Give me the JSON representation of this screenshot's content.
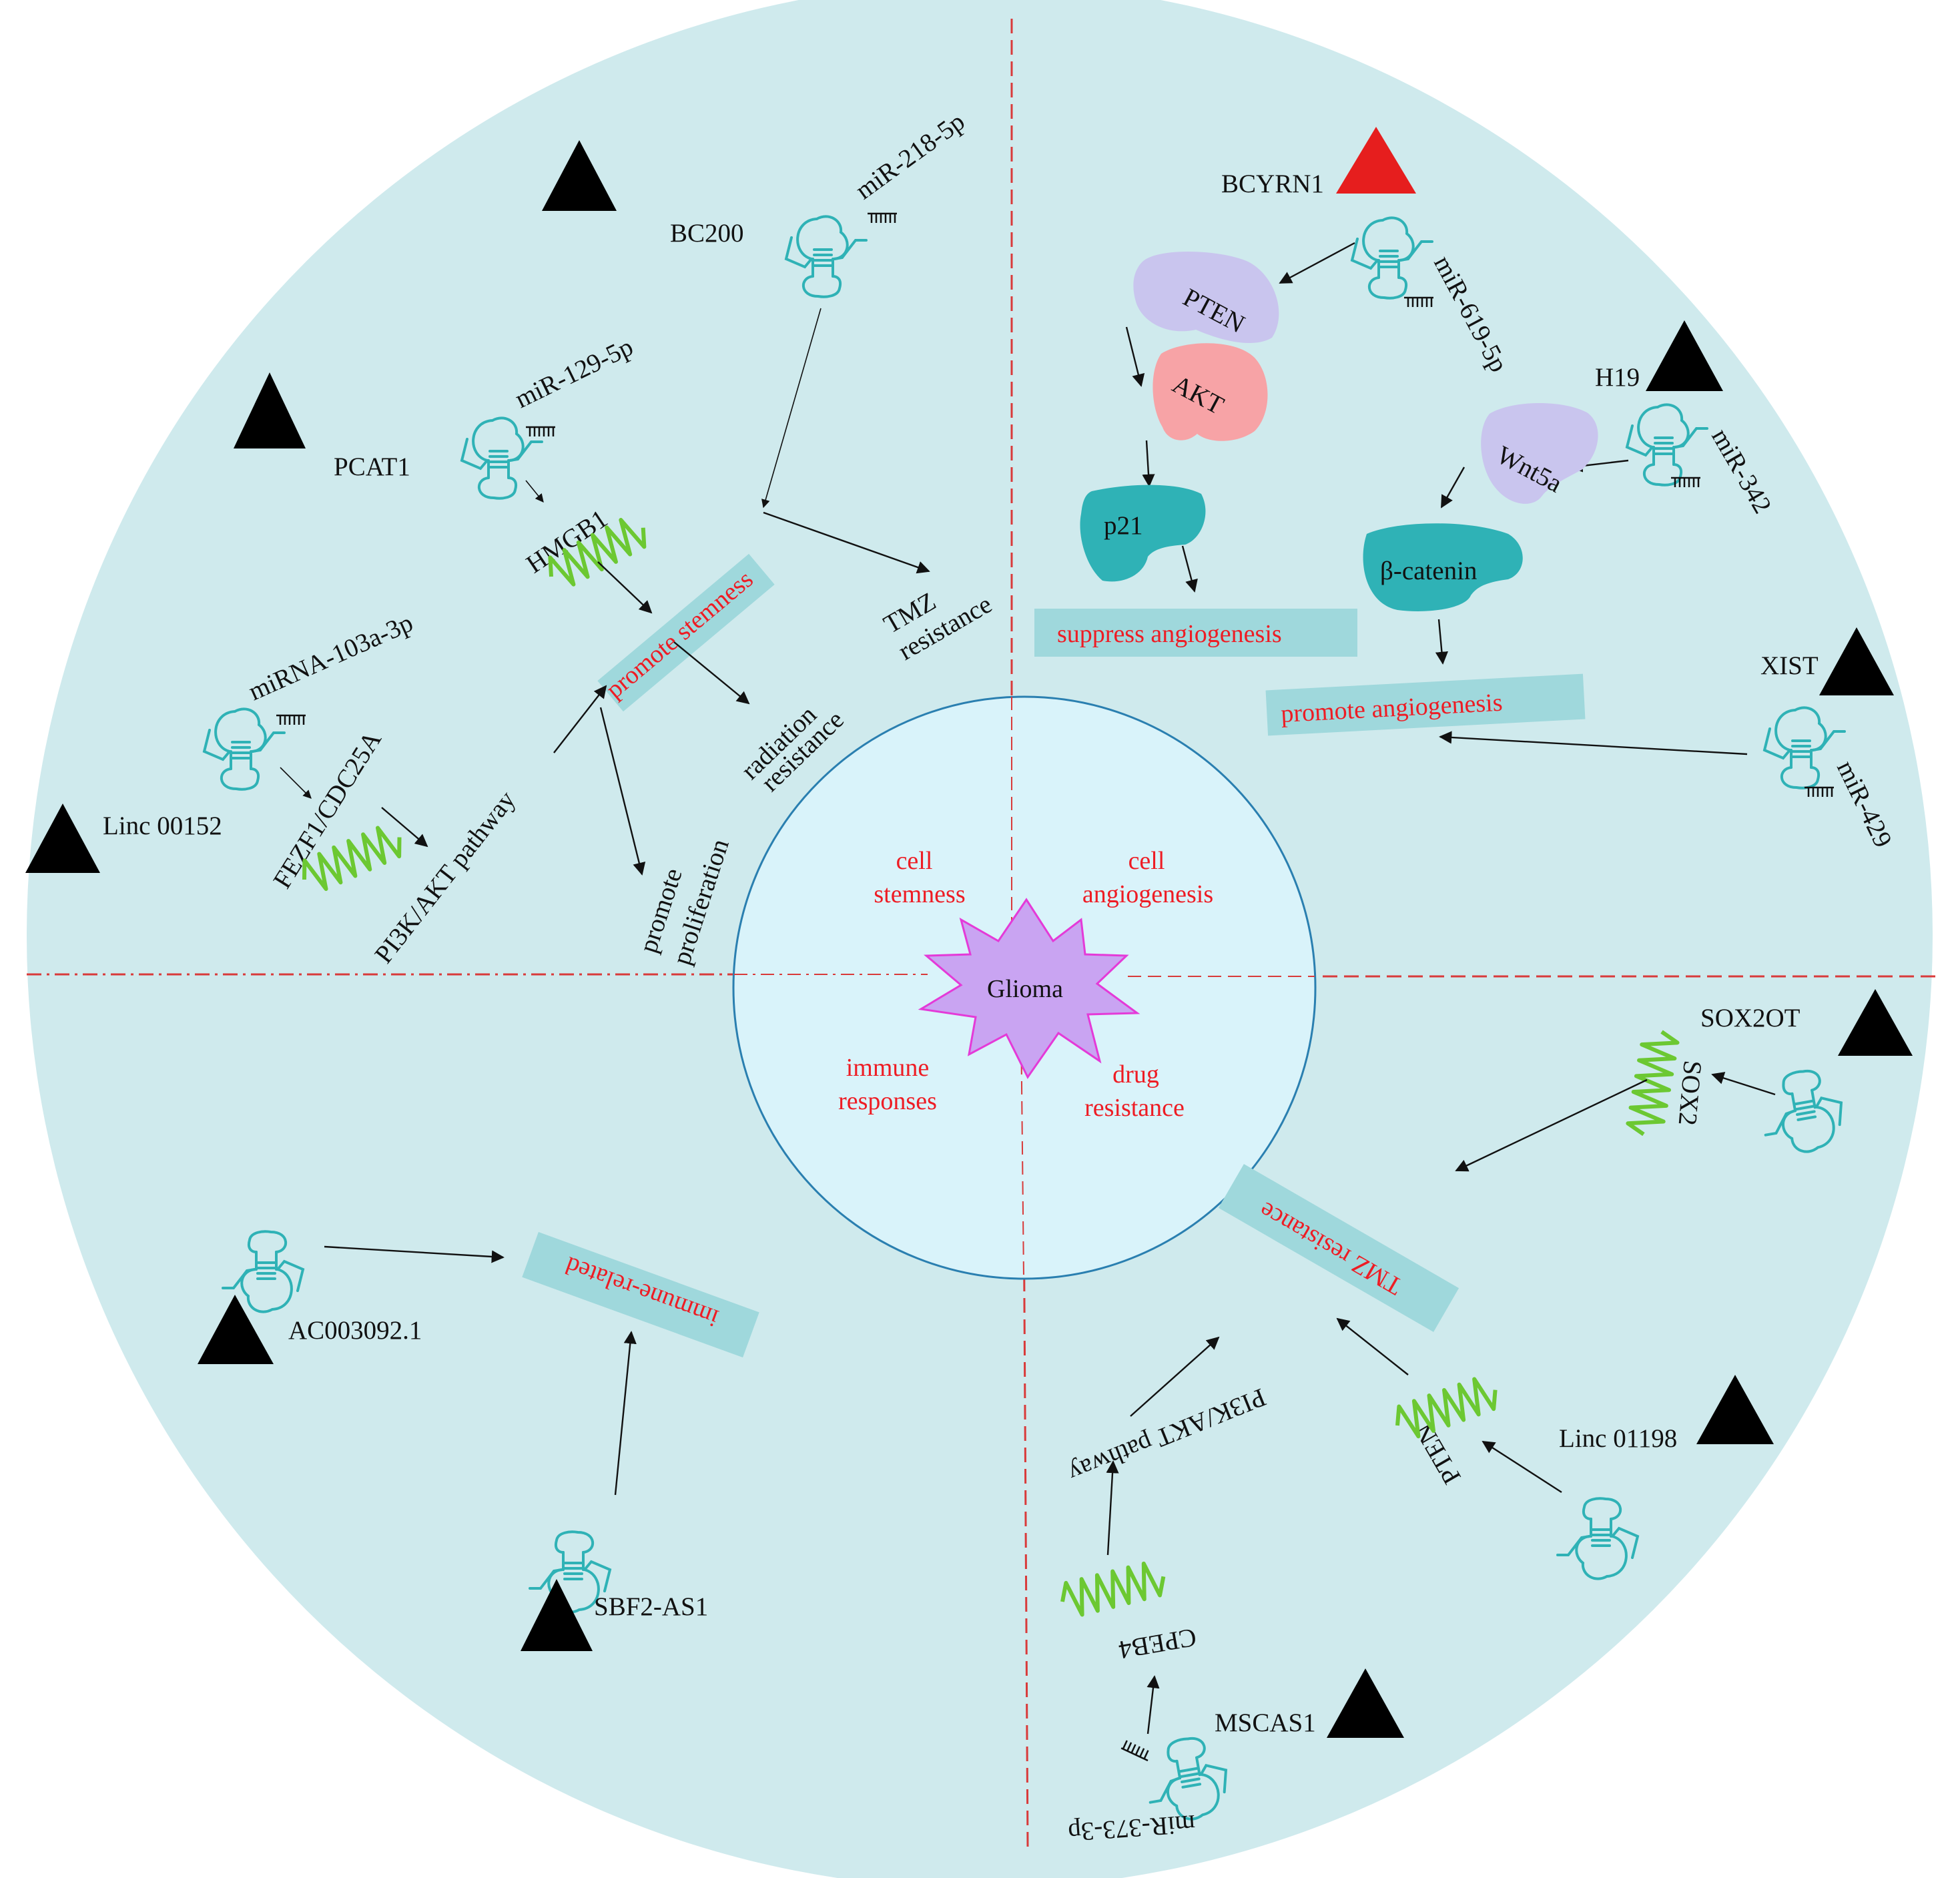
{
  "colors": {
    "outer_circle": "#cfeaed",
    "inner_circle": "#d9f3fa",
    "inner_circle_stroke": "#2a7fb0",
    "divider": "#d93a3a",
    "label_box": "#9fd8dc",
    "highlight_text": "#ee1c24",
    "triangle_default": "#000000",
    "triangle_highlight": "#e61e1e",
    "star_fill": "#c9a4f2",
    "star_stroke": "#e43ad8",
    "wave": "#6cc832",
    "rna": "#2fb2b6",
    "pten_protein": "#c9c5ee",
    "akt_protein": "#f7a3a6",
    "p21_protein": "#2fb2b6",
    "wnt5a_protein": "#c9c5ee",
    "beta_catenin_protein": "#2fb2b6"
  },
  "center": {
    "title": "Glioma",
    "quadrants": {
      "top_left": [
        "cell",
        "stemness"
      ],
      "top_right": [
        "cell",
        "angiogenesis"
      ],
      "bottom_left": [
        "immune",
        "responses"
      ],
      "bottom_right": [
        "drug",
        "resistance"
      ]
    }
  },
  "top_left": {
    "bc200": "BC200",
    "mir_218": "miR-218-5p",
    "pcat1": "PCAT1",
    "mir_129": "miR-129-5p",
    "hmgb1": "HMGB1",
    "promote_stemness": "promote stemness",
    "tmz": [
      "TMZ",
      "resistance"
    ],
    "radiation": [
      "radiation",
      "resistance"
    ],
    "proliferation": [
      "promote",
      "proliferation"
    ],
    "mirna_103": "miRNA-103a-3p",
    "fezf1": "FEZF1/CDC25A",
    "linc00152": "Linc 00152",
    "pi3k": "PI3K/AKT pathway"
  },
  "top_right": {
    "bcyrn1": "BCYRN1",
    "mir_619": "miR-619-5p",
    "pten": "PTEN",
    "akt": "AKT",
    "p21": "p21",
    "suppress": "suppress angiogenesis",
    "h19": "H19",
    "mir_342": "miR-342",
    "wnt5a": "Wnt5a",
    "beta_catenin": "β-catenin",
    "promote_angio": "promote angiogenesis",
    "xist": "XIST",
    "mir_429": "miR-429"
  },
  "bottom_left": {
    "ac003092": "AC003092.1",
    "immune_related": "immune-related",
    "sbf2": "SBF2-AS1"
  },
  "bottom_right": {
    "sox2ot": "SOX2OT",
    "sox2": "SOX2",
    "tmz_resistance": "TMZ resistance",
    "linc01198": "Linc 01198",
    "pten": "PTEN",
    "pi3k": "PI3K/AKT pathway",
    "cpeb4": "CPEB4",
    "mscas1": "MSCAS1",
    "mir_373": "miR-373-3p"
  }
}
